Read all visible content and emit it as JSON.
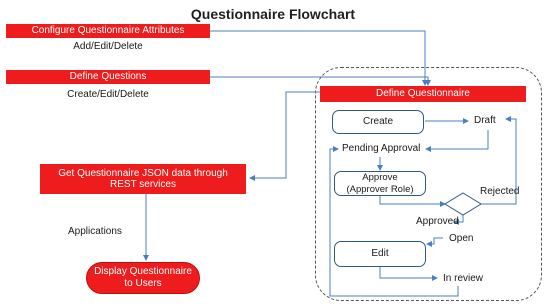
{
  "title": "Questionnaire Flowchart",
  "left_steps": {
    "configure": {
      "label": "Configure Questionnaire Attributes",
      "sub": "Add/Edit/Delete"
    },
    "define_questions": {
      "label": "Define Questions",
      "sub": "Create/Edit/Delete"
    },
    "get_json": {
      "label": "Get Questionnaire JSON data through REST services"
    },
    "applications": "Applications",
    "display": {
      "label": "Display Questionnaire to Users"
    }
  },
  "right_group": {
    "header": "Define Questionnaire",
    "create": "Create",
    "draft": "Draft",
    "pending_approval": "Pending Approval",
    "approve": "Approve\n(Approver Role)",
    "rejected": "Rejected",
    "approved": "Approved",
    "open": "Open",
    "edit": "Edit",
    "in_review": "In review"
  },
  "colors": {
    "red": "#ee1c1c",
    "connector": "#4a7fc1",
    "box_border": "#2e5a8a"
  }
}
